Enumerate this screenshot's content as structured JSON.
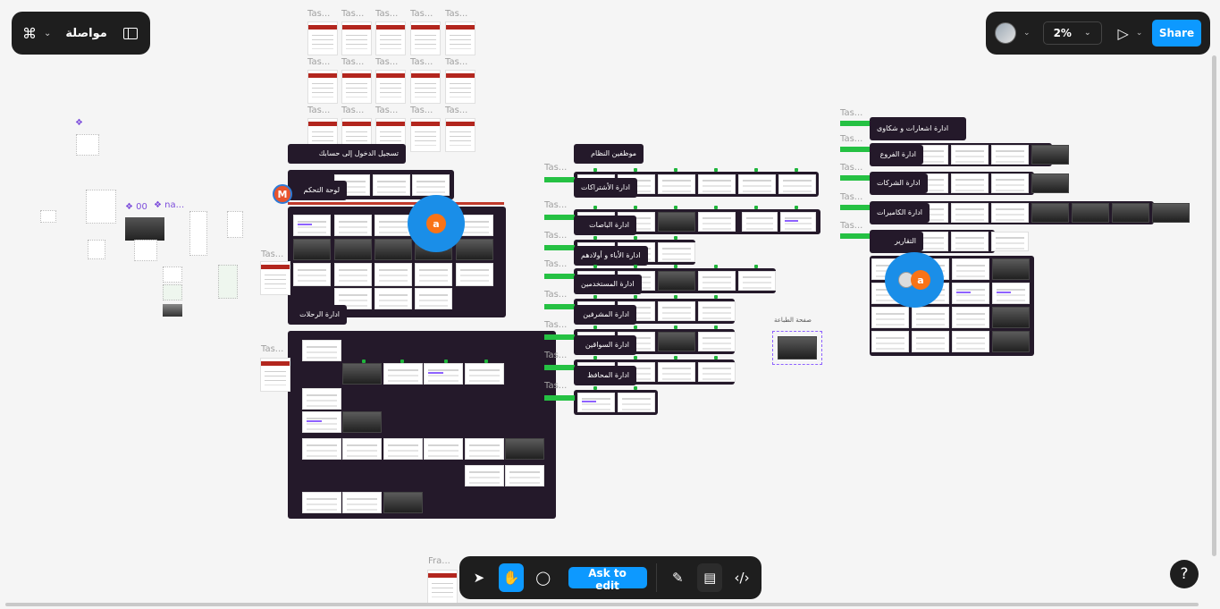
{
  "app": {
    "file_name": "مواصلة",
    "zoom": "2%",
    "share_label": "Share",
    "ask_label": "Ask to edit",
    "help_label": "?"
  },
  "colors": {
    "toolbar_bg": "#1e1e1e",
    "accent": "#0d99ff",
    "frame_dark": "#24192a",
    "brand_red": "#b3261e",
    "status_green": "#25c143"
  },
  "icons": {
    "main_menu": "figma-logo-icon",
    "sidebar_toggle": "panel-icon",
    "play": "play-icon",
    "move": "move-tool-icon",
    "hand": "hand-tool-icon",
    "comment": "comment-icon",
    "draw": "draw-icon",
    "dev": "dev-mode-icon",
    "code": "code-icon"
  },
  "canvas": {
    "section_labels": [
      "تسجيل الدخول إلى حسابك",
      "لوحة التحكم",
      "ادارة الرحلات",
      "موظفين النظام",
      "ادارة الأشتراكات",
      "ادارة الباصات",
      "ادارة الأباء و أولادهم",
      "ادارة المستخدمين",
      "ادارة المشرفين",
      "ادارة السواقين",
      "ادارة المحافظ",
      "ادارة اشعارات و شكاوى",
      "ادارة الفروع",
      "ادارة الشركات",
      "ادارة الكاميرات",
      "التقارير",
      "صفحة الطباعة"
    ],
    "tas_label": "Tas...",
    "frame_label": "Fra...",
    "scatter_label_00": "00",
    "scatter_label_na": "na...",
    "user_a": "a",
    "user_m": "M"
  }
}
